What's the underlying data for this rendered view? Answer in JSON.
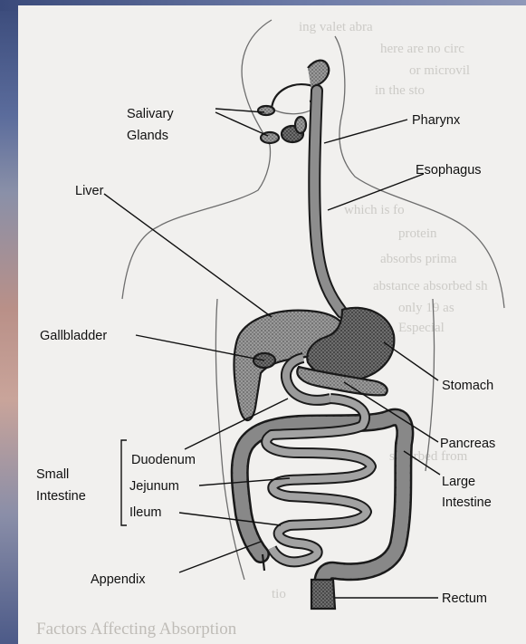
{
  "labels": {
    "salivary_glands_line1": "Salivary",
    "salivary_glands_line2": "Glands",
    "pharynx": "Pharynx",
    "esophagus": "Esophagus",
    "liver": "Liver",
    "gallbladder": "Gallbladder",
    "stomach": "Stomach",
    "pancreas": "Pancreas",
    "duodenum": "Duodenum",
    "jejunum": "Jejunum",
    "ileum": "Ileum",
    "small_intestine_line1": "Small",
    "small_intestine_line2": "Intestine",
    "large_intestine_line1": "Large",
    "large_intestine_line2": "Intestine",
    "appendix": "Appendix",
    "rectum": "Rectum"
  },
  "background_text": {
    "bottom_heading": "Factors Affecting Absorption"
  },
  "colors": {
    "paper": "#f1f0ee",
    "ink": "#111111",
    "organ_fill": "#8c8c8c",
    "organ_dark": "#5e5e5e"
  }
}
